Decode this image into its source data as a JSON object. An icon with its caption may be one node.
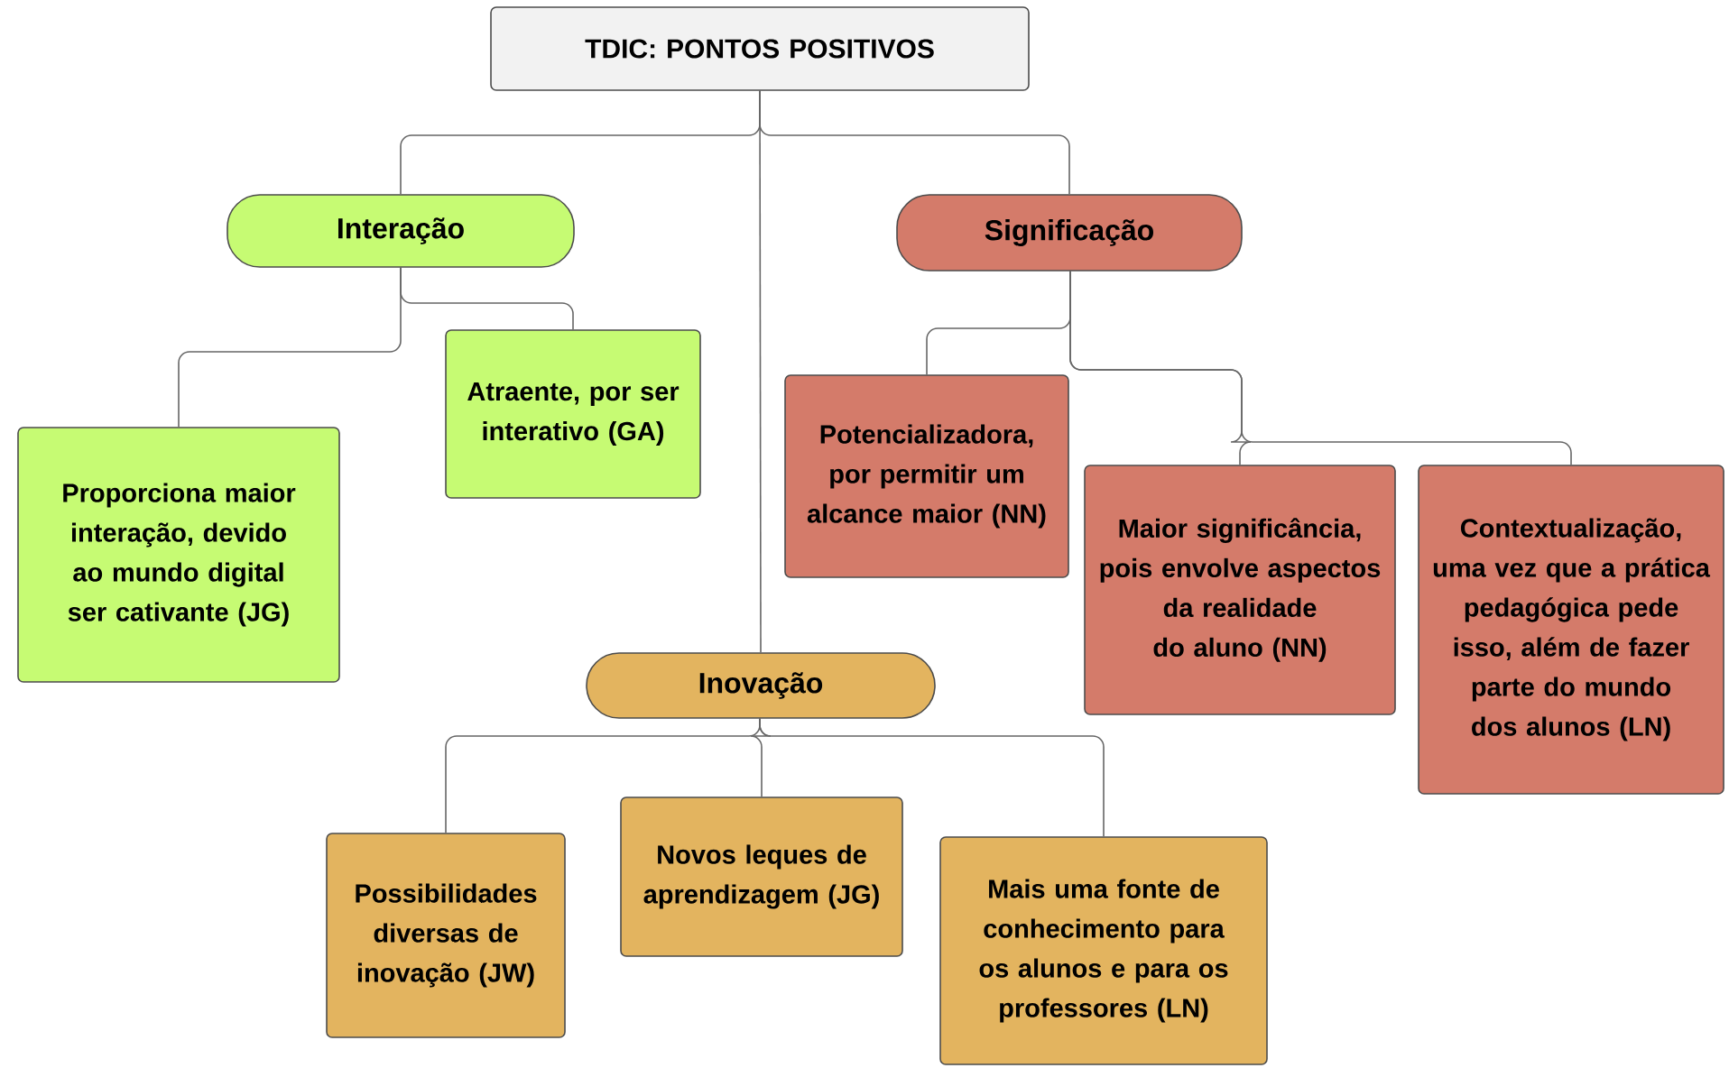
{
  "diagram": {
    "nodes": [
      {
        "text": [
          "TDIC: PONTOS POSITIVOS"
        ]
      },
      {
        "text": [
          "Interação"
        ]
      },
      {
        "text": [
          "Significação"
        ]
      },
      {
        "text": [
          "Atraente, por ser interativo (GA)"
        ]
      },
      {
        "text": [
          "Proporciona maior interação, devido ao mundo digital ser cativante (JG)"
        ]
      },
      {
        "text": [
          "Potencializadora, por permitir um alcance maior (NN)"
        ]
      },
      {
        "text": [
          "Maior significância, pois envolve aspectos da realidade do aluno (NN)"
        ]
      },
      {
        "text": [
          "Contextualização, uma vez que a prática pedagógica pede isso, além de fazer parte do mundo dos alunos (LN)"
        ]
      },
      {
        "text": [
          "Inovação"
        ]
      },
      {
        "text": [
          "Possibilidades diversas de inovação (JW)"
        ]
      },
      {
        "text": [
          "Novos leques de aprendizagem (JG)"
        ]
      },
      {
        "text": [
          "Mais uma fonte de conhecimento para os alunos e para os professores (LN)"
        ]
      }
    ],
    "edges": [
      {
        "from": 0,
        "to": 1,
        "arrow": "none"
      },
      {
        "from": 0,
        "to": 2,
        "arrow": "none"
      },
      {
        "from": 0,
        "to": 8,
        "arrow": "none"
      },
      {
        "from": 1,
        "to": 3,
        "arrow": "none"
      },
      {
        "from": 1,
        "to": 4,
        "arrow": "none"
      },
      {
        "from": 2,
        "to": 5,
        "arrow": "none"
      },
      {
        "from": 2,
        "to": 6,
        "arrow": "none"
      },
      {
        "from": 2,
        "to": 7,
        "arrow": "none"
      },
      {
        "from": 8,
        "to": 9,
        "arrow": "none"
      },
      {
        "from": 8,
        "to": 10,
        "arrow": "none"
      },
      {
        "from": 8,
        "to": 11,
        "arrow": "none"
      }
    ]
  }
}
